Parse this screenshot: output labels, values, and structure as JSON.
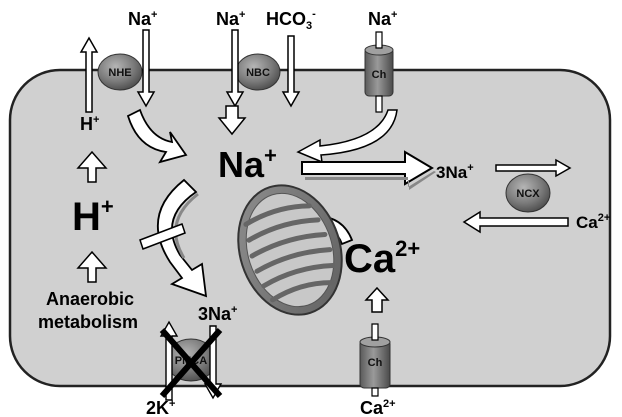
{
  "labels": {
    "na_in_nhe": "Na",
    "na_in_nbc": "Na",
    "hco3": "HCO",
    "hco3_sub": "3",
    "hco3_sup": "-",
    "na_in_ch": "Na",
    "h_out": "H",
    "na_center": "Na",
    "na3_ncx": "3Na",
    "h_big": "H",
    "ca_right": "Ca",
    "ca_right_sup": "2+",
    "ca_center": "Ca",
    "ca_center_sup": "2+",
    "anaerobic_line1": "Anaerobic",
    "anaerobic_line2": "metabolism",
    "na3_pump": "3Na",
    "k2": "2K",
    "ca_bottom": "Ca",
    "ca_bottom_sup": "2+",
    "plus": "+"
  },
  "transporters": {
    "nhe": "NHE",
    "nbc": "NBC",
    "ch_top": "Ch",
    "ncx": "NCX",
    "ch_bottom": "Ch",
    "pump": "PMCA"
  }
}
